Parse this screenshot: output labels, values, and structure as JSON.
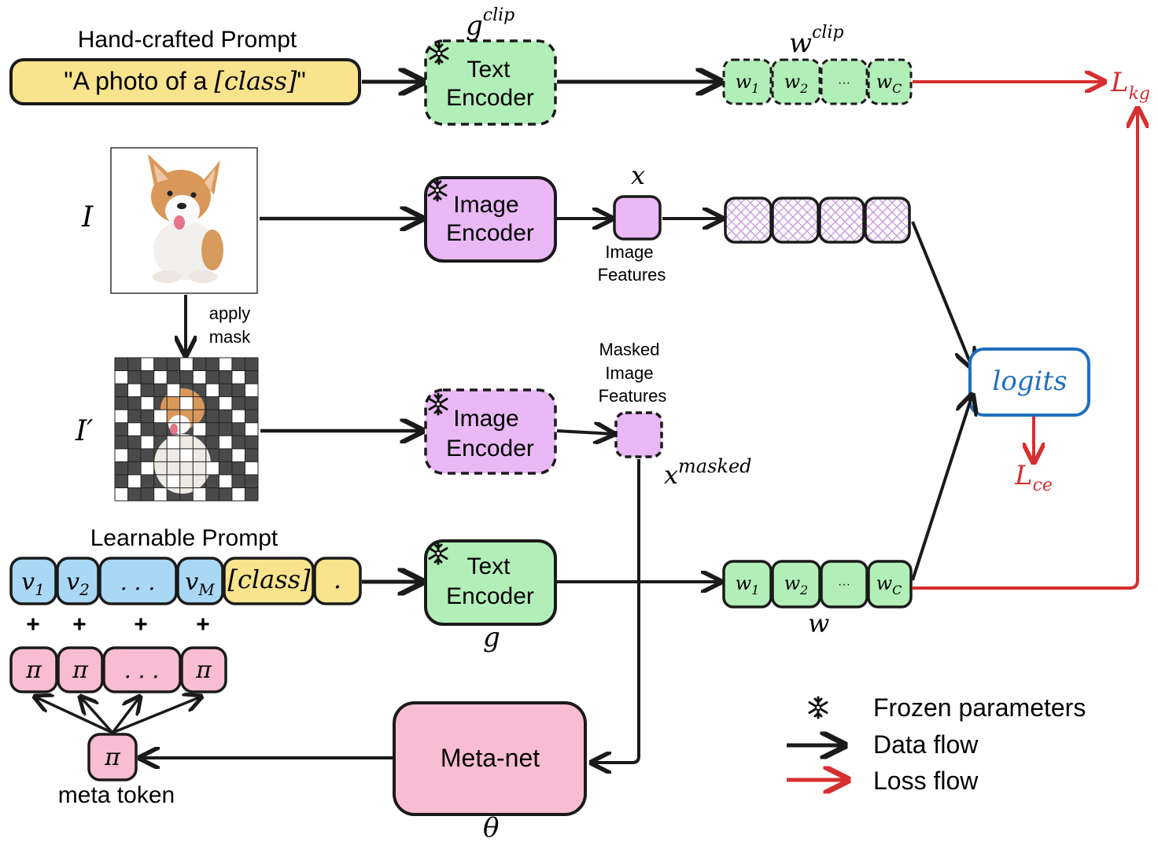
{
  "colors": {
    "text_encoder": "#b2efb8",
    "image_encoder": "#e9b8f5",
    "prompt_yellow": "#f9e38c",
    "learnable_blue": "#a9d8f5",
    "meta_pink": "#f8bdd2",
    "loss_red": "#d62f2f",
    "logits_blue": "#1f6fbf",
    "data_black": "#1a1a1a",
    "mask_dark": "#4a4a4a"
  },
  "top": {
    "title": "Hand-crafted Prompt",
    "prompt_text": "\"A photo of a ",
    "prompt_class": "[class]",
    "prompt_tail": "\"",
    "encoder_line1": "Text",
    "encoder_line2": "Encoder",
    "encoder_symbol": "g",
    "encoder_symbol_sup": "clip",
    "weights_symbol": "w",
    "weights_symbol_sup": "clip",
    "weights": [
      {
        "main": "w",
        "sub": "1"
      },
      {
        "main": "w",
        "sub": "2"
      },
      {
        "main": "···",
        "sub": ""
      },
      {
        "main": "w",
        "sub": "C"
      }
    ]
  },
  "image_row": {
    "input_symbol": "I",
    "encoder_line1": "Image",
    "encoder_line2": "Encoder",
    "feature_symbol": "x",
    "feature_label_line1": "Image",
    "feature_label_line2": "Features"
  },
  "mask_step": {
    "label_line1": "apply",
    "label_line2": "mask"
  },
  "masked_row": {
    "input_symbol": "I′",
    "encoder_line1": "Image",
    "encoder_line2": "Encoder",
    "feature_label_line1": "Masked",
    "feature_label_line2": "Image",
    "feature_label_line3": "Features",
    "feature_symbol": "x",
    "feature_symbol_sup": "masked"
  },
  "learnable": {
    "title": "Learnable Prompt",
    "tokens": [
      {
        "main": "v",
        "sub": "1"
      },
      {
        "main": "v",
        "sub": "2"
      },
      {
        "main": ". . .",
        "sub": ""
      },
      {
        "main": "v",
        "sub": "M"
      }
    ],
    "class_token": "[class]",
    "period_token": ".",
    "plus_signs": [
      "+",
      "+",
      "+",
      "+"
    ],
    "pi_tokens": [
      "π",
      "π",
      ". . .",
      "π"
    ],
    "encoder_line1": "Text",
    "encoder_line2": "Encoder",
    "encoder_symbol": "g",
    "weights_symbol": "w",
    "weights": [
      {
        "main": "w",
        "sub": "1"
      },
      {
        "main": "w",
        "sub": "2"
      },
      {
        "main": "···",
        "sub": ""
      },
      {
        "main": "w",
        "sub": "C"
      }
    ]
  },
  "meta": {
    "token": "π",
    "token_label": "meta token",
    "net_label": "Meta-net",
    "net_symbol": "θ"
  },
  "losses": {
    "logits": "logits",
    "kg_main": "L",
    "kg_sub": "kg",
    "ce_main": "L",
    "ce_sub": "ce"
  },
  "legend": {
    "frozen": "Frozen parameters",
    "data_flow": "Data flow",
    "loss_flow": "Loss flow",
    "frozen_icon": "snowflake-icon"
  }
}
